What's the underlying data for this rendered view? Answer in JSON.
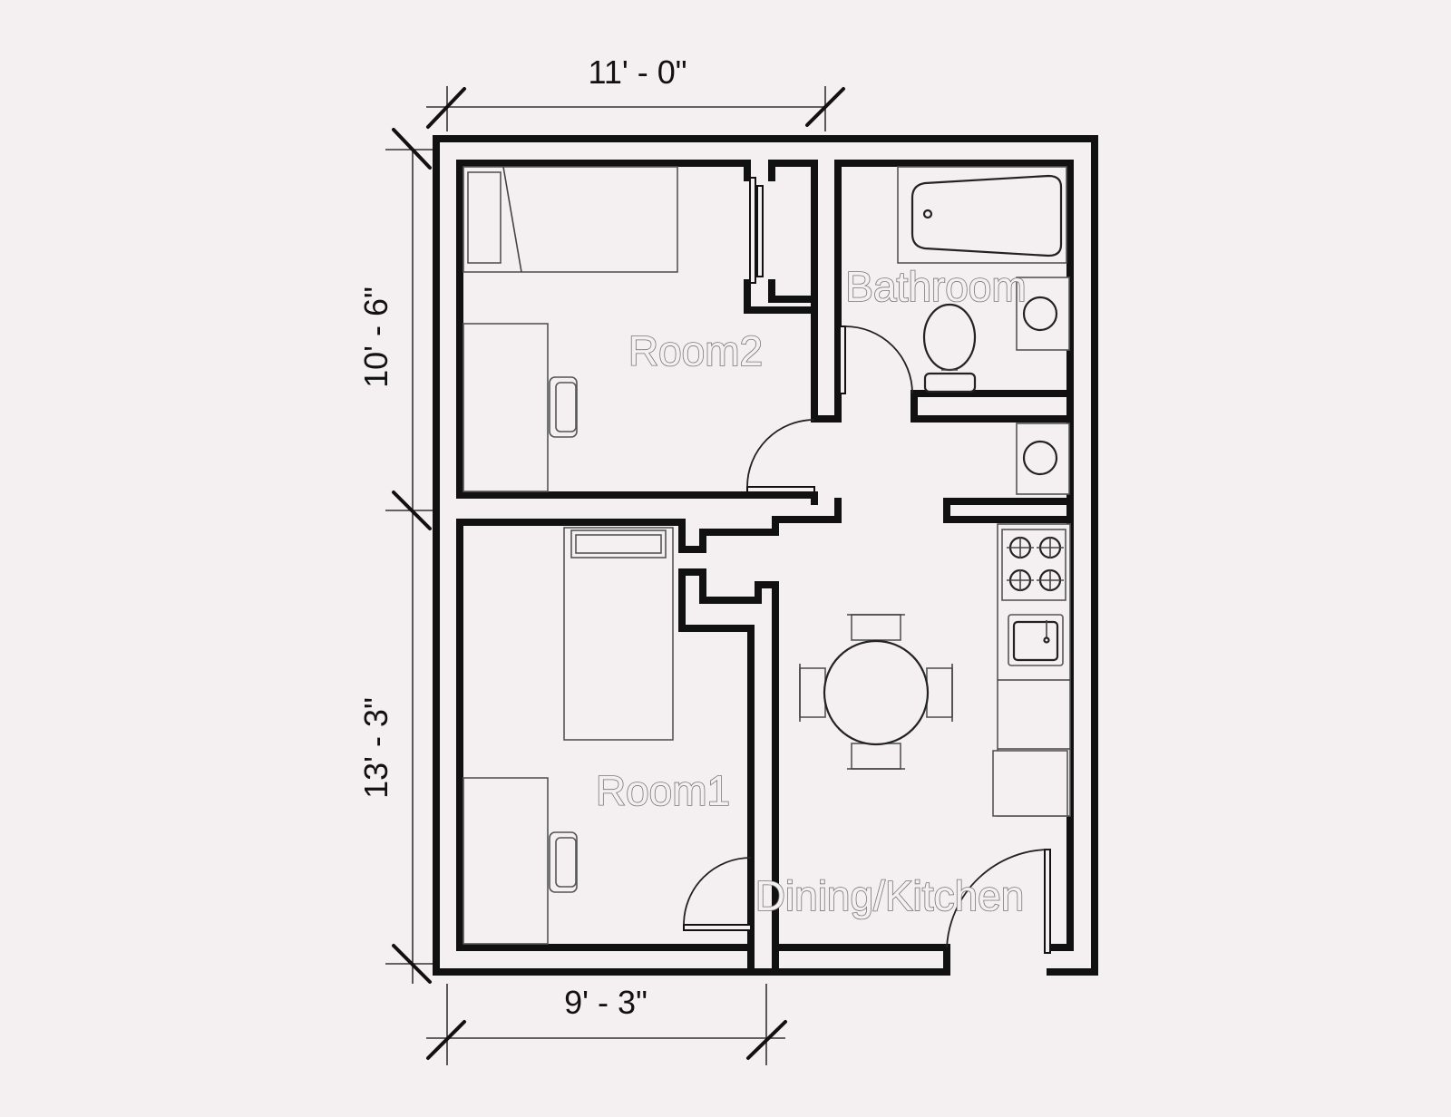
{
  "dimensions": {
    "top_width": "11' - 0\"",
    "bottom_width": "9' - 3\"",
    "left_upper": "10' - 6\"",
    "left_lower": "13' - 3\""
  },
  "rooms": {
    "room2": "Room2",
    "room1": "Room1",
    "bathroom": "Bathroom",
    "dining_kitchen": "Dining/Kitchen"
  },
  "colors": {
    "background": "#f4eff1",
    "wall": "#111111",
    "label_outline": "#777777"
  }
}
